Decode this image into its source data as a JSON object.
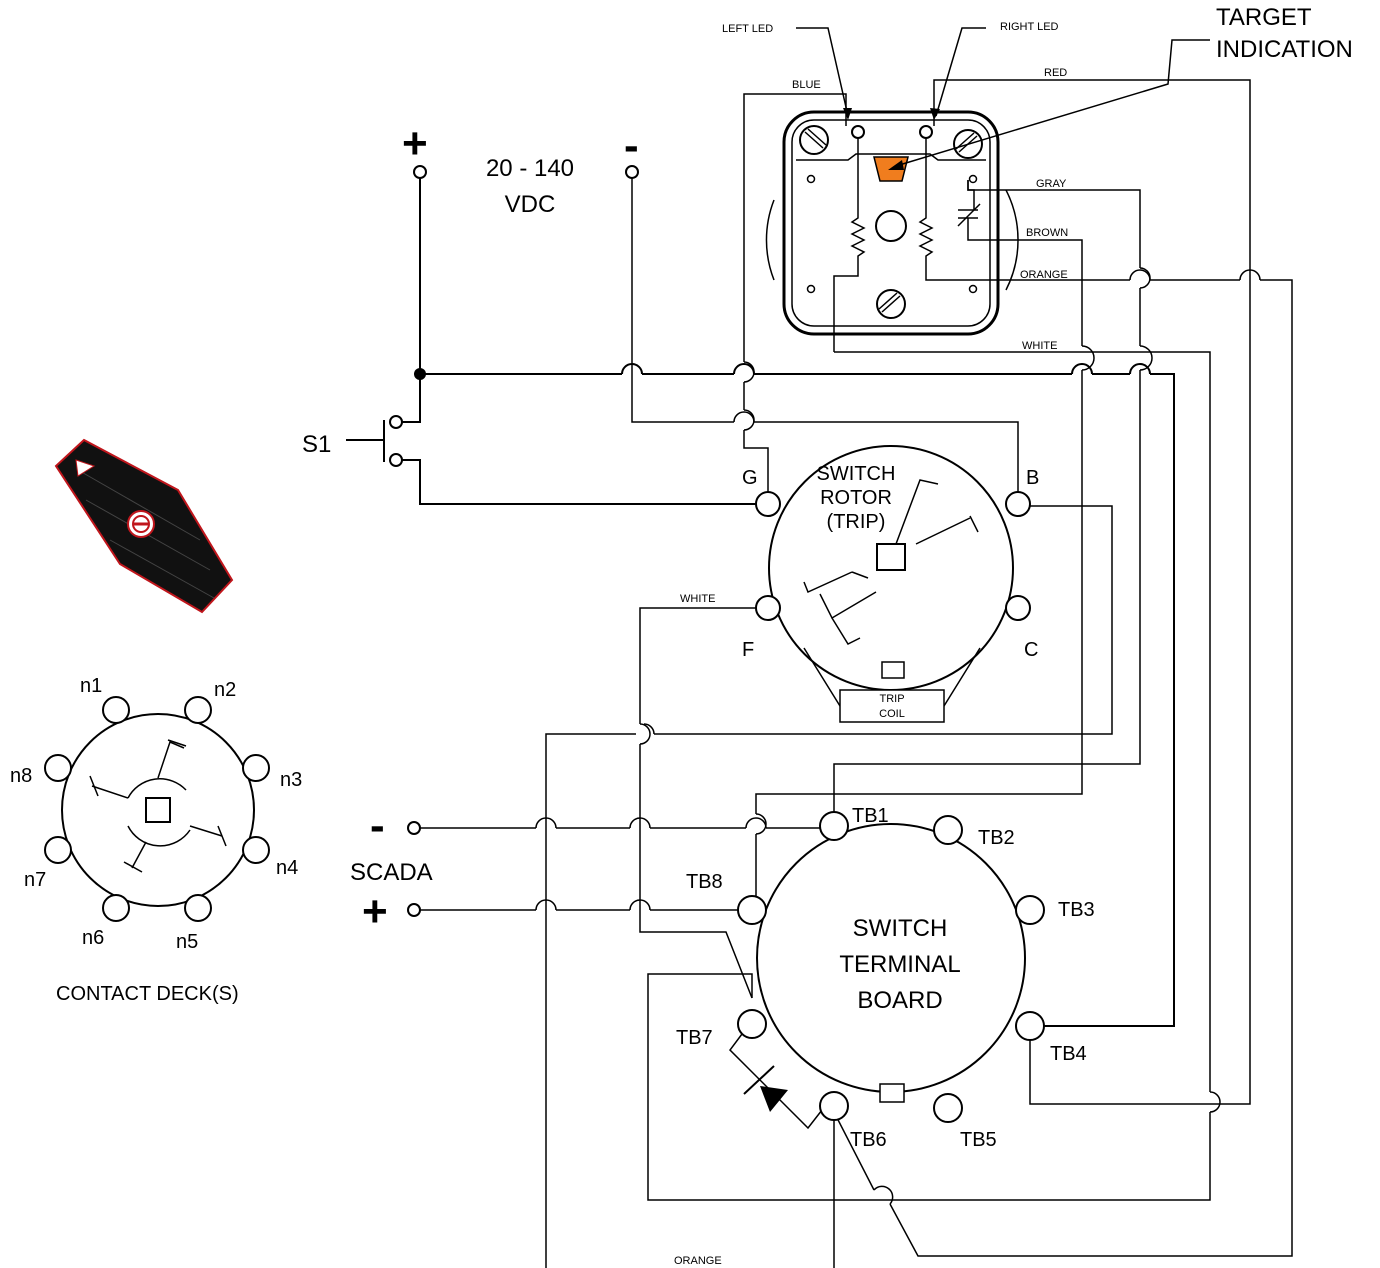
{
  "labels": {
    "left_led": "LEFT LED",
    "right_led": "RIGHT LED",
    "target_indication_1": "TARGET",
    "target_indication_2": "INDICATION",
    "supply_plus": "+",
    "supply_minus": "-",
    "supply_voltage_1": "20 - 140",
    "supply_voltage_2": "VDC",
    "s1": "S1",
    "rotor_g": "G",
    "rotor_b": "B",
    "rotor_f": "F",
    "rotor_c": "C",
    "rotor_title_1": "SWITCH",
    "rotor_title_2": "ROTOR",
    "rotor_title_3": "(TRIP)",
    "trip_coil_1": "TRIP",
    "trip_coil_2": "COIL",
    "scada": "SCADA",
    "scada_minus": "-",
    "scada_plus": "+",
    "board_title_1": "SWITCH",
    "board_title_2": "TERMINAL",
    "board_title_3": "BOARD",
    "tb1": "TB1",
    "tb2": "TB2",
    "tb3": "TB3",
    "tb4": "TB4",
    "tb5": "TB5",
    "tb6": "TB6",
    "tb7": "TB7",
    "tb8": "TB8",
    "n1": "n1",
    "n2": "n2",
    "n3": "n3",
    "n4": "n4",
    "n5": "n5",
    "n6": "n6",
    "n7": "n7",
    "n8": "n8",
    "contact_deck": "CONTACT DECK(S)"
  },
  "wire_colors": {
    "blue": "BLUE",
    "red": "RED",
    "gray": "GRAY",
    "brown": "BROWN",
    "orange_top": "ORANGE",
    "white_top": "WHITE",
    "white_mid": "WHITE",
    "orange_bottom": "ORANGE"
  },
  "colors": {
    "target_flag": "#f07d1e",
    "handle": "#111111",
    "handle_outline": "#c0161c"
  }
}
